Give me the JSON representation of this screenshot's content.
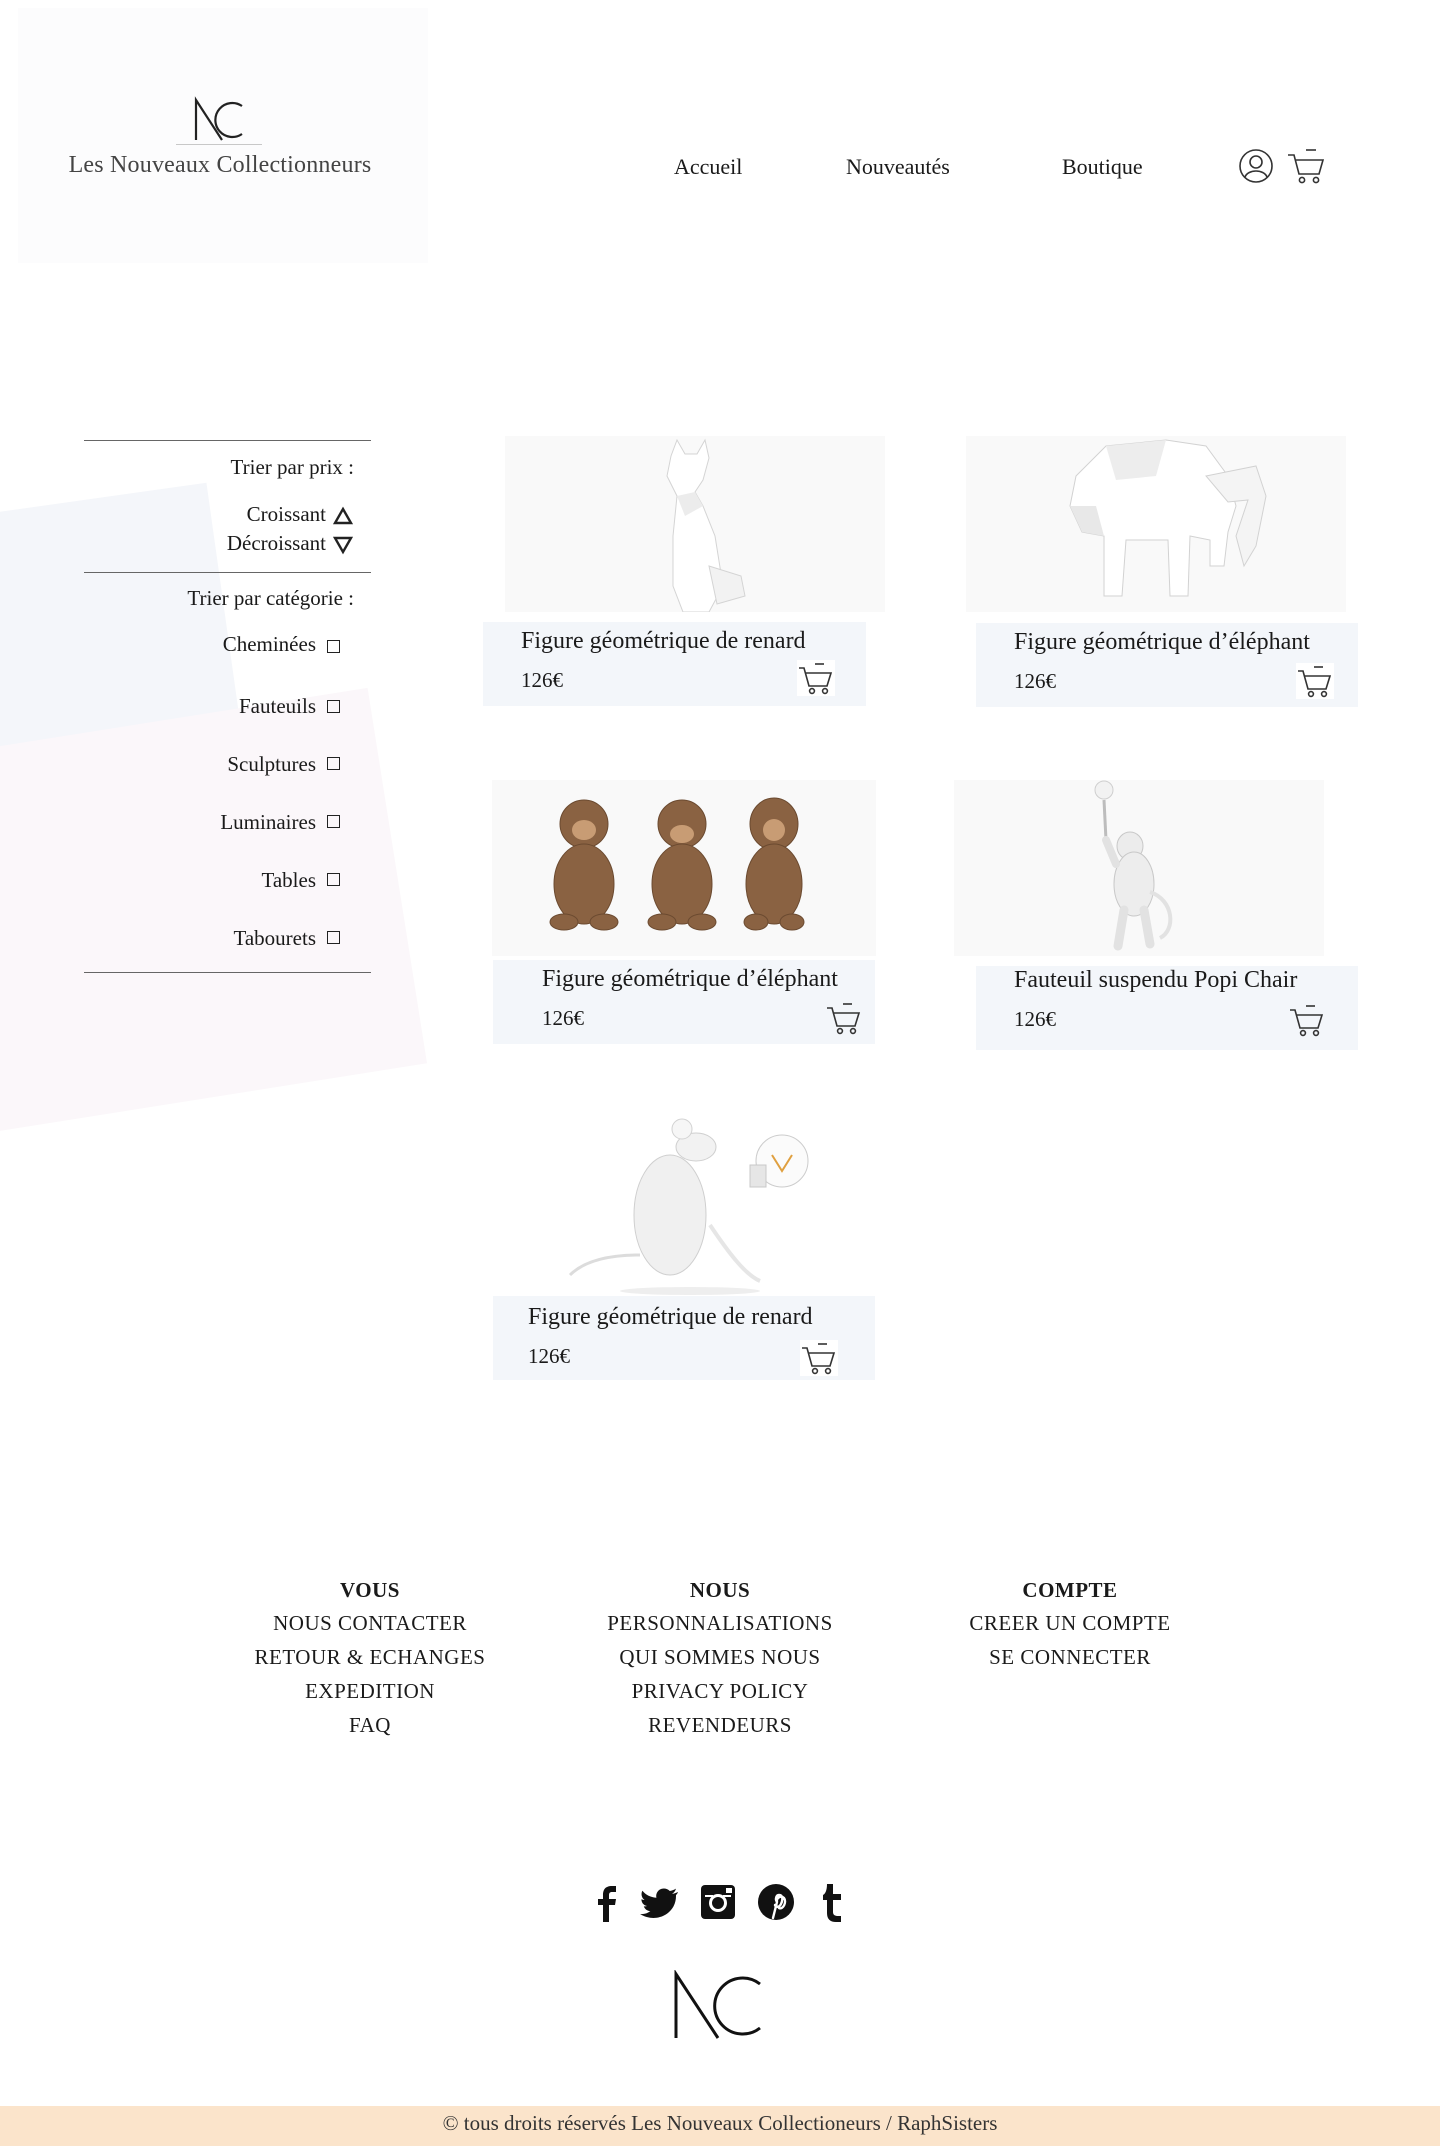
{
  "brand": {
    "name": "Les Nouveaux Collectionneurs",
    "logo_letters": "NC"
  },
  "nav": {
    "items": [
      {
        "label": "Accueil"
      },
      {
        "label": "Nouveautés"
      },
      {
        "label": "Boutique"
      }
    ],
    "icons": [
      "user-icon",
      "cart-icon"
    ]
  },
  "filters": {
    "price_title": "Trier  par prix :",
    "ascending_label": "Croissant",
    "descending_label": "Décroissant",
    "category_title": "Trier  par catégorie :",
    "categories": [
      {
        "label": "Cheminées",
        "checked": false
      },
      {
        "label": "Fauteuils",
        "checked": false
      },
      {
        "label": "Sculptures",
        "checked": false
      },
      {
        "label": "Luminaires",
        "checked": false
      },
      {
        "label": "Tables",
        "checked": false
      },
      {
        "label": "Tabourets",
        "checked": false
      }
    ]
  },
  "products": [
    {
      "name": "Figure géométrique de renard",
      "price": "126€",
      "image": "white-geometric-fox-figure"
    },
    {
      "name": "Figure géométrique d’éléphant",
      "price": "126€",
      "image": "white-geometric-elephant-figure"
    },
    {
      "name": "Figure géométrique d’éléphant",
      "price": "126€",
      "image": "three-wise-monkeys-figures"
    },
    {
      "name": "Fauteuil suspendu Popi Chair",
      "price": "126€",
      "image": "white-monkey-lamp"
    },
    {
      "name": "Figure géométrique de renard",
      "price": "126€",
      "image": "white-mouse-lamp"
    }
  ],
  "footer": {
    "columns": [
      {
        "title": "VOUS",
        "items": [
          "NOUS CONTACTER",
          "RETOUR & ECHANGES",
          "EXPEDITION",
          "FAQ"
        ]
      },
      {
        "title": "NOUS",
        "items": [
          "PERSONNALISATIONS",
          "QUI SOMMES NOUS",
          "PRIVACY POLICY",
          "REVENDEURS"
        ]
      },
      {
        "title": "COMPTE",
        "items": [
          "CREER UN COMPTE",
          "SE CONNECTER"
        ]
      }
    ],
    "social": [
      "facebook-icon",
      "twitter-icon",
      "instagram-icon",
      "pinterest-icon",
      "tumblr-icon"
    ],
    "copyright": "© tous droits réservés Les Nouveaux Collectioneurs / RaphSisters",
    "copyright_bg": "#fbe4cb"
  }
}
